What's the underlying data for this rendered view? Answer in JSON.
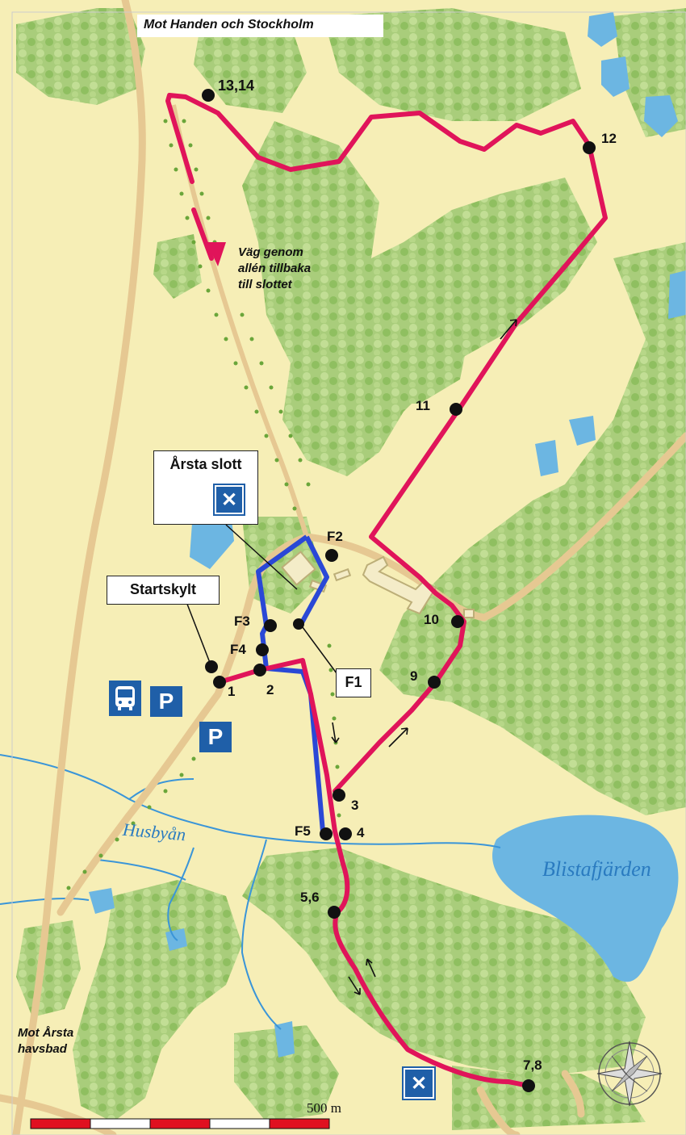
{
  "map": {
    "top_label": "Mot Handen och Stockholm",
    "bottom_left_label_line1": "Mot Årsta",
    "bottom_left_label_line2": "havsbad",
    "route_note_line1": "Väg genom",
    "route_note_line2": "allén tillbaka",
    "route_note_line3": "till slottet",
    "castle_label": "Årsta slott",
    "start_sign_label": "Startskylt",
    "f1_label": "F1",
    "stream_label": "Husbyån",
    "lake_label": "Blistafjärden",
    "scale_label": "500 m",
    "parking_label": "P",
    "points": {
      "p1": "1",
      "p2": "2",
      "p3": "3",
      "p4": "4",
      "p56": "5,6",
      "p78": "7,8",
      "p9": "9",
      "p10": "10",
      "p11": "11",
      "p12": "12",
      "p1314": "13,14",
      "f2": "F2",
      "f3": "F3",
      "f4": "F4",
      "f5": "F5"
    },
    "colors": {
      "land": "#f6eeb6",
      "forest": "#a6cc78",
      "water": "#6cb6e2",
      "stream": "#3a95d8",
      "road": "#e6c892",
      "red_route": "#e0145a",
      "blue_route": "#2a48d6",
      "icon_blue": "#1f5fa8"
    },
    "icons": [
      "bus-icon",
      "parking-icon",
      "restaurant-icon",
      "compass-rose-icon"
    ]
  }
}
